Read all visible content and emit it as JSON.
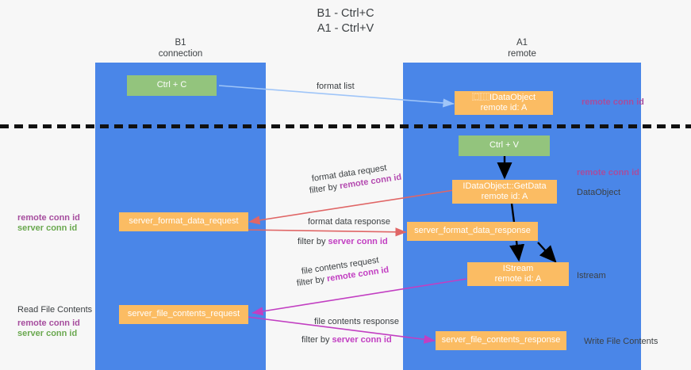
{
  "title": {
    "line1": "B1 - Ctrl+C",
    "line2": "A1 - Ctrl+V"
  },
  "lanes": [
    {
      "name": "B1",
      "sub": "connection"
    },
    {
      "name": "A1",
      "sub": "remote"
    }
  ],
  "boxes": {
    "ctrl_c": "Ctrl + C",
    "ctrl_v": "Ctrl + V",
    "set_data_object_l1": "⿴⿲IDataObject",
    "set_data_object_l2": "remote id: A",
    "get_data_l1": "IDataObject::GetData",
    "get_data_l2": "remote id: A",
    "istream_l1": "IStream",
    "istream_l2": "remote id: A",
    "server_format_data_request": "server_format_data_request",
    "server_format_data_response": "server_format_data_response",
    "server_file_contents_request": "server_file_contents_request",
    "server_file_contents_response": "server_file_contents_response"
  },
  "edges": {
    "format_list": "format list",
    "format_data_request": "format data request",
    "filter_by_remote_1_pre": "filter by ",
    "filter_by_remote_1_em": "remote conn id",
    "format_data_response": "format data response",
    "filter_by_server_1_pre": "filter by ",
    "filter_by_server_1_em": "server conn id",
    "file_contents_request": "file contents request",
    "filter_by_remote_2_pre": "filter by ",
    "filter_by_remote_2_em": "remote conn id",
    "file_contents_response": "file contents response",
    "filter_by_server_2_pre": "filter by ",
    "filter_by_server_2_em": "server conn id"
  },
  "annotations": {
    "right_remote_conn_id_top": "remote conn id",
    "right_remote_conn_id_mid": "remote conn id",
    "right_data_object": "DataObject",
    "right_istream": "Istream",
    "right_write_file_contents": "Write File Contents",
    "left_remote_conn_id_mid": "remote conn id",
    "left_server_conn_id_mid": "server conn id",
    "left_read_file_contents": "Read File Contents",
    "left_remote_conn_id_bot": "remote conn id",
    "left_server_conn_id_bot": "server conn id"
  },
  "colors": {
    "lane": "#4a86e8",
    "green_box": "#93c47d",
    "orange_box": "#fbbc63",
    "purple_text": "#a64d9e",
    "green_text": "#6aa84f",
    "blue_arrow": "#9fc5f8",
    "red_arrow": "#e06666",
    "magenta_arrow": "#c23fc2",
    "black_arrow": "#000000"
  }
}
